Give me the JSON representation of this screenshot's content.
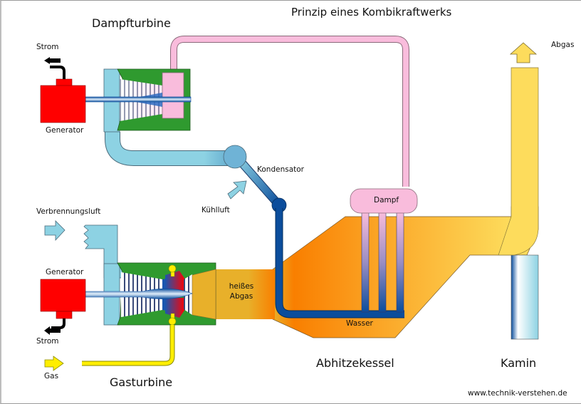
{
  "title": "Prinzip eines Kombikraftwerks",
  "sections": {
    "steam_turbine": "Dampfturbine",
    "gas_turbine": "Gasturbine",
    "hrsg": "Abhitzekessel",
    "stack": "Kamin"
  },
  "labels": {
    "strom_top": "Strom",
    "generator_top": "Generator",
    "strom_bottom": "Strom",
    "generator_bottom": "Generator",
    "combustion_air": "Verbrennungsluft",
    "gas": "Gas",
    "cooling_air": "Kühlluft",
    "condenser": "Kondensator",
    "steam": "Dampf",
    "water": "Wasser",
    "hot_exhaust_line1": "heißes",
    "hot_exhaust_line2": "Abgas",
    "exhaust": "Abgas"
  },
  "footer": "www.technik-verstehen.de",
  "colors": {
    "generator_red": "#ff0000",
    "casing_green": "#2f9a2f",
    "air_blue": "#8dd2e3",
    "steam_pink": "#f9bcdc",
    "water_blue": "#0b4d9c",
    "gas_yellow": "#ffee00",
    "exhaust_orange": "#f98a0a",
    "exhaust_yellow": "#fddc5c"
  }
}
